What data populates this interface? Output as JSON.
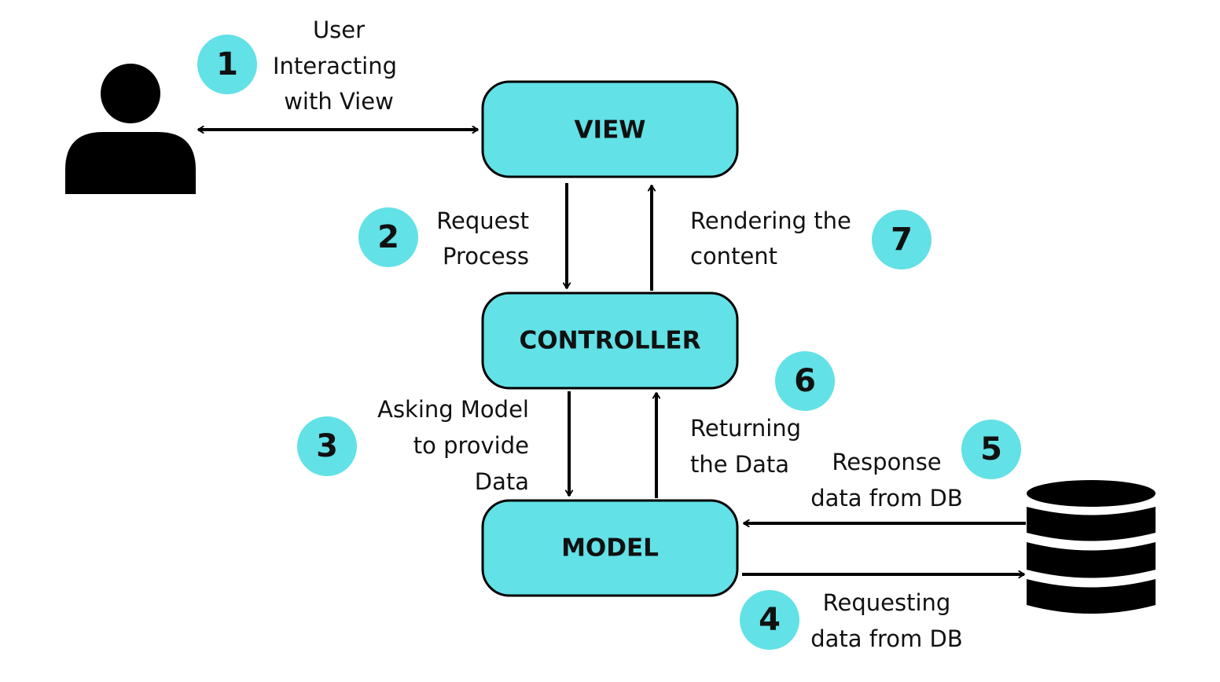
{
  "colors": {
    "accent": "#62E1E6",
    "stroke": "#000000",
    "background": "#FFFFFF"
  },
  "nodes": {
    "view": "VIEW",
    "controller": "CONTROLLER",
    "model": "MODEL"
  },
  "icons": {
    "user": "user-icon",
    "database": "database-icon"
  },
  "steps": [
    {
      "number": "1",
      "lines": [
        "User",
        "Interacting",
        "with View"
      ]
    },
    {
      "number": "2",
      "lines": [
        "Request",
        "Process"
      ]
    },
    {
      "number": "3",
      "lines": [
        "Asking Model",
        "to provide",
        "Data"
      ]
    },
    {
      "number": "4",
      "lines": [
        "Requesting",
        "data from DB"
      ]
    },
    {
      "number": "5",
      "lines": [
        "Response",
        "data from DB"
      ]
    },
    {
      "number": "6",
      "lines": [
        "Returning",
        "the Data"
      ]
    },
    {
      "number": "7",
      "lines": [
        "Rendering the",
        "content"
      ]
    }
  ]
}
